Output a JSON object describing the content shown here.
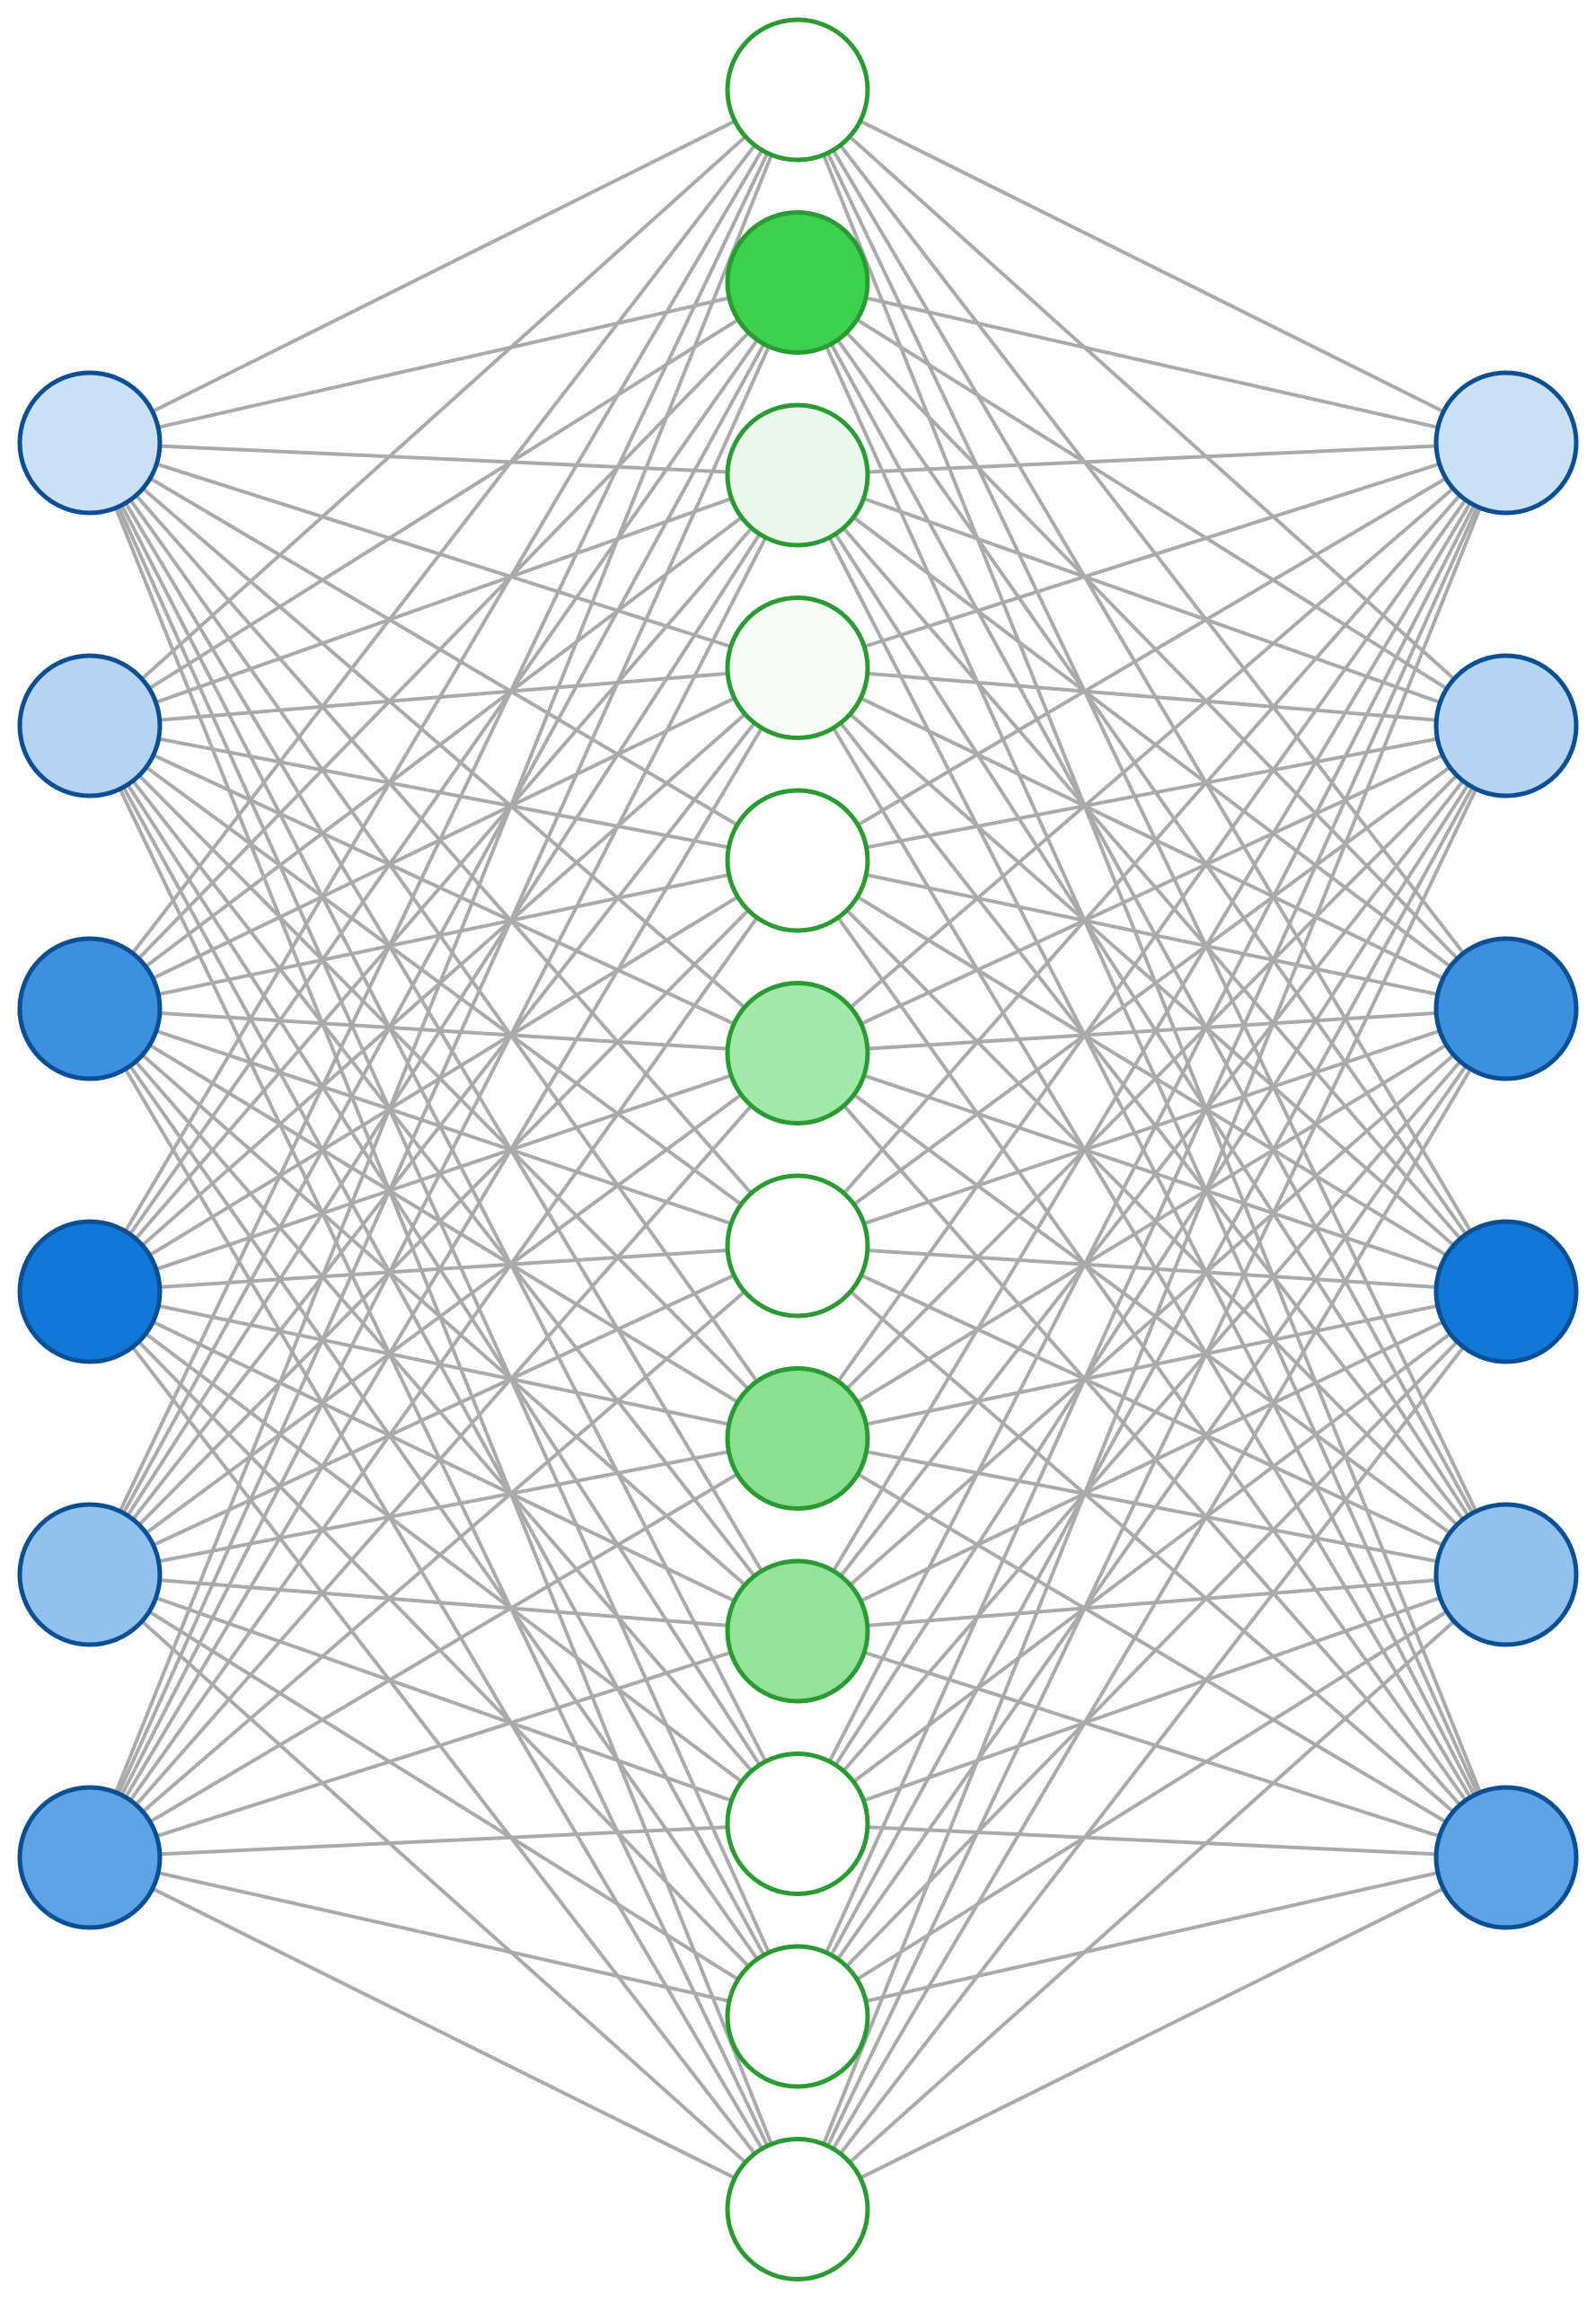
{
  "diagram": {
    "type": "network",
    "layers": [
      {
        "name": "left",
        "stroke": "#0a4f94",
        "nodes": [
          {
            "fill": "#cce0f5"
          },
          {
            "fill": "#b5d3f3"
          },
          {
            "fill": "#3d8fe0"
          },
          {
            "fill": "#1278d8"
          },
          {
            "fill": "#92c1ee"
          },
          {
            "fill": "#5ea3e6"
          }
        ]
      },
      {
        "name": "middle",
        "stroke": "#2a9a33",
        "nodes": [
          {
            "fill": "#ffffff"
          },
          {
            "fill": "#3ed14e"
          },
          {
            "fill": "#eaf8ec"
          },
          {
            "fill": "#f5fbf5"
          },
          {
            "fill": "#ffffff"
          },
          {
            "fill": "#a2e8a8"
          },
          {
            "fill": "#ffffff"
          },
          {
            "fill": "#8ae090"
          },
          {
            "fill": "#95e39b"
          },
          {
            "fill": "#ffffff"
          },
          {
            "fill": "#ffffff"
          },
          {
            "fill": "#ffffff"
          }
        ]
      },
      {
        "name": "right",
        "stroke": "#0a4f94",
        "nodes": [
          {
            "fill": "#cce0f5"
          },
          {
            "fill": "#b5d3f3"
          },
          {
            "fill": "#3d8fe0"
          },
          {
            "fill": "#1278d8"
          },
          {
            "fill": "#92c1ee"
          },
          {
            "fill": "#5ea3e6"
          }
        ]
      }
    ],
    "edge_color": "#aaaaaa"
  }
}
